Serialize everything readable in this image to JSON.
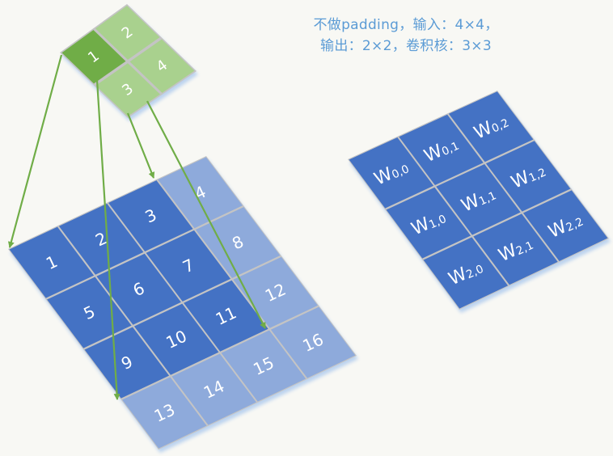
{
  "caption": {
    "line1": "不做padding，输入：4×4，",
    "line2": "输出：2×2，卷积核：3×3"
  },
  "colors": {
    "background": "#f8f8f4",
    "grid_line": "#c4c4c4",
    "input_active": "#4472c4",
    "input_inactive": "#8eaadb",
    "kernel": "#4472c4",
    "output_active": "#70ad47",
    "output_inactive": "#a9d18e",
    "arrow": "#70ad47",
    "caption": "#5b9bd5"
  },
  "output_grid": {
    "rows": 2,
    "cols": 2,
    "cells": [
      "1",
      "2",
      "3",
      "4"
    ],
    "active": [
      0
    ]
  },
  "input_grid": {
    "rows": 4,
    "cols": 4,
    "cells": [
      "1",
      "2",
      "3",
      "4",
      "5",
      "6",
      "7",
      "8",
      "9",
      "10",
      "11",
      "12",
      "13",
      "14",
      "15",
      "16"
    ],
    "active": [
      0,
      1,
      2,
      4,
      5,
      6,
      8,
      9,
      10
    ]
  },
  "kernel": {
    "rows": 3,
    "cols": 3,
    "cells": [
      {
        "base": "W",
        "sub": "0,0"
      },
      {
        "base": "W",
        "sub": "0,1"
      },
      {
        "base": "W",
        "sub": "0,2"
      },
      {
        "base": "W",
        "sub": "1,0"
      },
      {
        "base": "W",
        "sub": "1,1"
      },
      {
        "base": "W",
        "sub": "1,2"
      },
      {
        "base": "W",
        "sub": "2,0"
      },
      {
        "base": "W",
        "sub": "2,1"
      },
      {
        "base": "W",
        "sub": "2,2"
      }
    ]
  },
  "arrows": [
    {
      "from": "output-cell-1",
      "to": "input-corner-top-left"
    },
    {
      "from": "output-cell-1",
      "to": "input-corner-row3-left"
    },
    {
      "from": "output-cell-3-edge",
      "to": "input-corner-top-col3"
    },
    {
      "from": "output-cell-4-edge",
      "to": "input-corner-row3-col3"
    }
  ]
}
